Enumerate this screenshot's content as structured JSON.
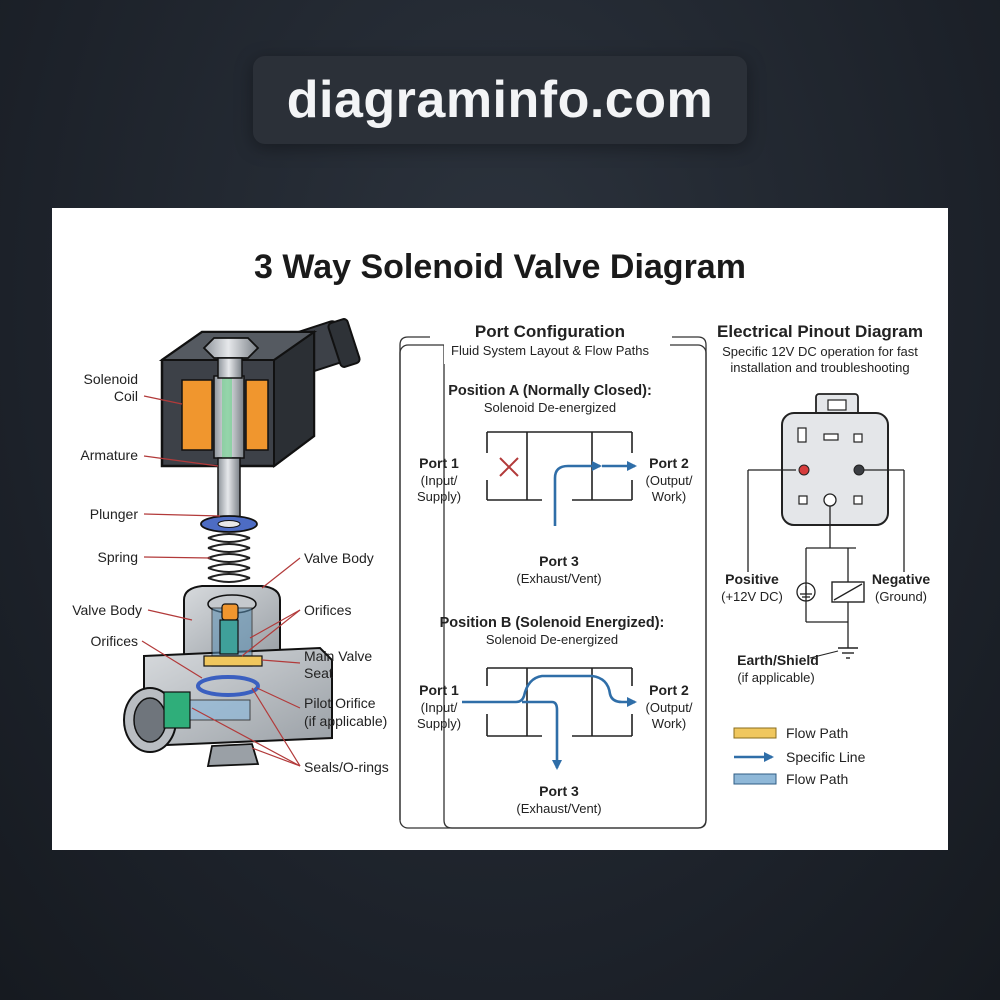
{
  "site": {
    "name": "diagraminfo.com"
  },
  "title": "3 Way Solenoid Valve Diagram",
  "left_labels": {
    "solenoid_coil_1": "Solenoid",
    "solenoid_coil_2": "Coil",
    "armature": "Armature",
    "plunger": "Plunger",
    "spring": "Spring",
    "valve_body_left": "Valve Body",
    "orifices_left": "Orifices",
    "valve_body_right": "Valve Body",
    "orifices_right": "Orifices",
    "main_valve_seat_1": "Main Valve",
    "main_valve_seat_2": "Seat",
    "pilot_orifice_1": "Pilot Orifice",
    "pilot_orifice_2": "(if applicable)",
    "seals": "Seals/O-rings"
  },
  "port_config": {
    "title": "Port Configuration",
    "subtitle": "Fluid System Layout & Flow Paths",
    "position_a": {
      "title": "Position A (Normally Closed):",
      "subtitle": "Solenoid De-energized",
      "port1": "Port 1",
      "port1_sub1": "(Input/",
      "port1_sub2": "Supply)",
      "port2": "Port 2",
      "port2_sub1": "(Output/",
      "port2_sub2": "Work)",
      "port3": "Port 3",
      "port3_sub": "(Exhaust/Vent)"
    },
    "position_b": {
      "title": "Position B (Solenoid Energized):",
      "subtitle": "Solenoid De-energized",
      "port1": "Port 1",
      "port1_sub1": "(Input/",
      "port1_sub2": "Supply)",
      "port2": "Port 2",
      "port2_sub1": "(Output/",
      "port2_sub2": "Work)",
      "port3": "Port 3",
      "port3_sub": "(Exhaust/Vent)"
    }
  },
  "electrical": {
    "title": "Electrical Pinout Diagram",
    "subtitle1": "Specific 12V DC operation for fast",
    "subtitle2": "installation and troubleshooting",
    "positive": "Positive",
    "positive_sub": "(+12V DC)",
    "negative": "Negative",
    "negative_sub": "(Ground)",
    "earth": "Earth/Shield",
    "earth_sub": "(if applicable)"
  },
  "legend": [
    {
      "label": "Flow Path",
      "kind": "swatch",
      "color": "#f0c75e"
    },
    {
      "label": "Specific Line",
      "kind": "arrow",
      "color": "#2f6ea8"
    },
    {
      "label": "Flow Path",
      "kind": "swatch",
      "color": "#8fb8d8"
    }
  ],
  "colors": {
    "coil_orange": "#f0962e",
    "housing_dark": "#3d4148",
    "flow_blue": "#2f6ea8",
    "leader_red": "#b23a3a",
    "pin_red": "#d63c3c"
  }
}
